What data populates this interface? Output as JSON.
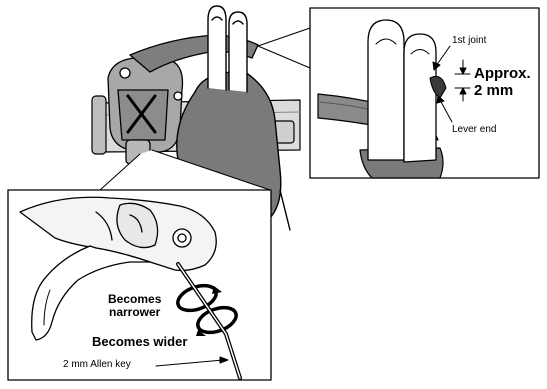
{
  "labels": {
    "first_joint": "1st joint",
    "approx_line1": "Approx.",
    "approx_line2": "2 mm",
    "lever_end": "Lever end",
    "narrower_line1": "Becomes",
    "narrower_line2": "narrower",
    "wider": "Becomes wider",
    "allen_key": "2 mm Allen key"
  },
  "colors": {
    "ink": "#000000",
    "glove": "#7a7a7a",
    "metal": "#9a9a9a",
    "lever_dark": "#6a6a6a",
    "finger": "#ffffff",
    "background": "#ffffff"
  },
  "icons": [
    "rotation-arrow-icon",
    "allen-key-icon",
    "pointer-arrow-icon"
  ]
}
